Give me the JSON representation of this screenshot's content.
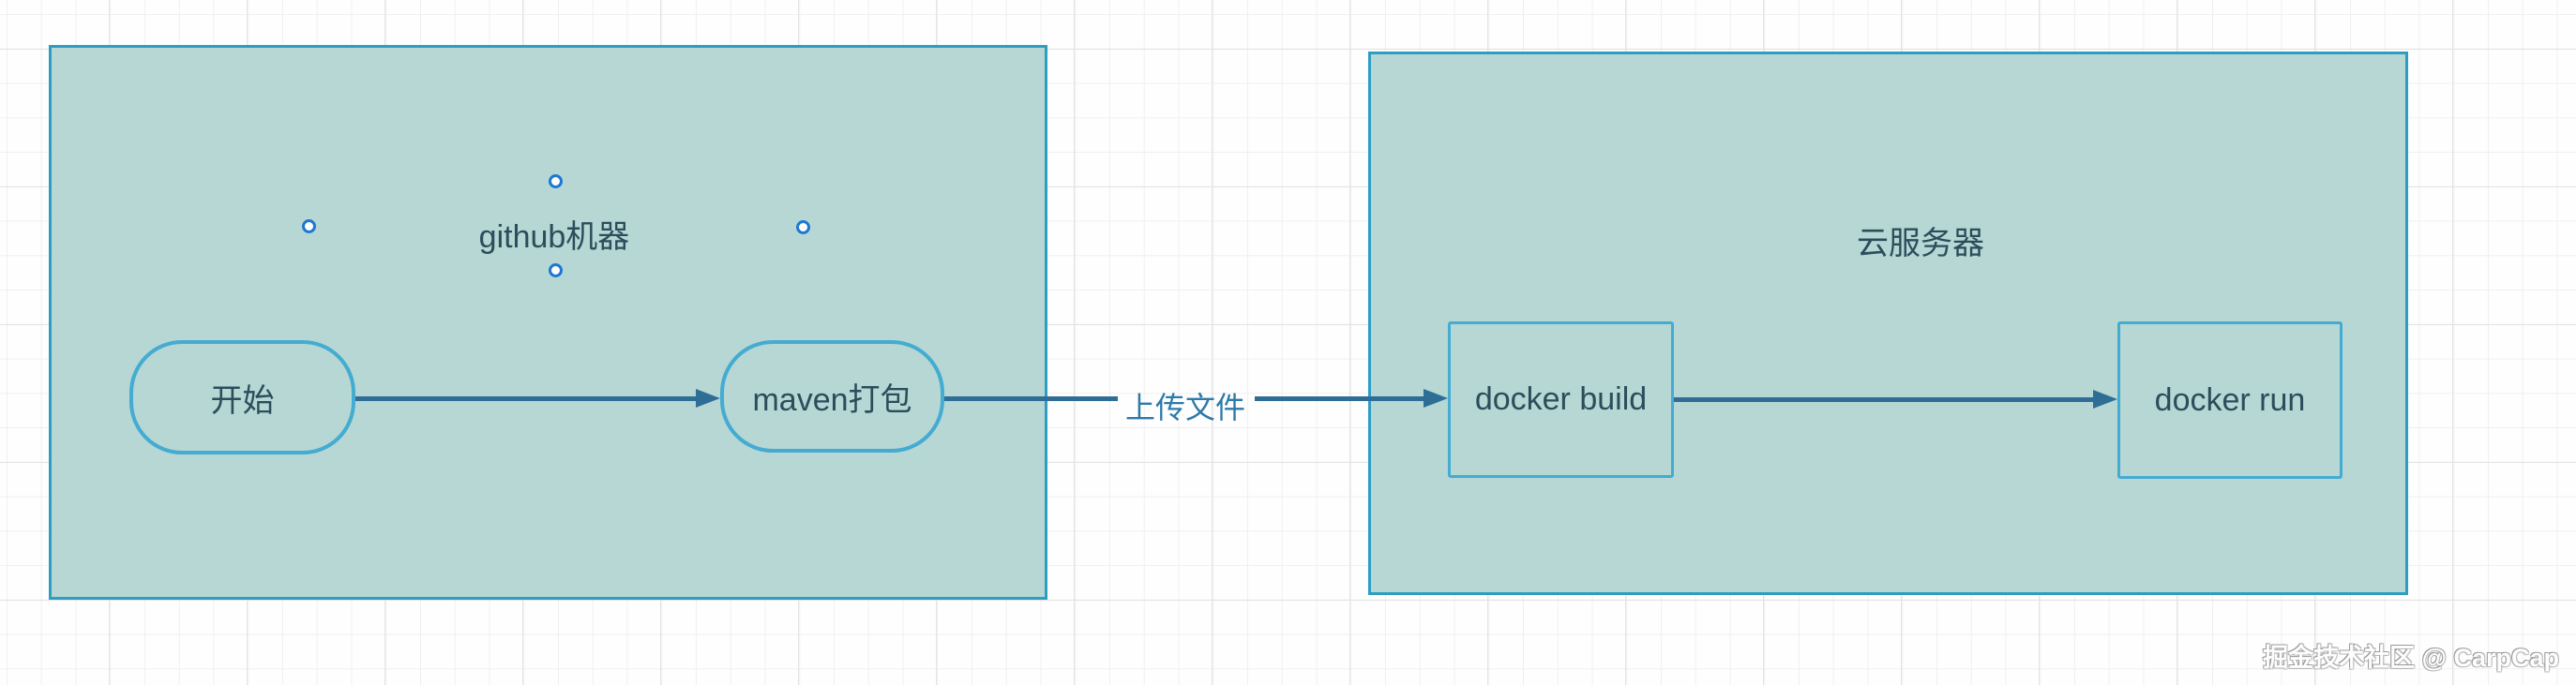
{
  "diagram": {
    "containers": [
      {
        "id": "github-machine",
        "label": "github机器"
      },
      {
        "id": "cloud-server",
        "label": "云服务器"
      }
    ],
    "nodes": [
      {
        "id": "start",
        "label": "开始",
        "shape": "rounded",
        "container": "github-machine"
      },
      {
        "id": "maven-package",
        "label": "maven打包",
        "shape": "rounded",
        "container": "github-machine"
      },
      {
        "id": "docker-build",
        "label": "docker build",
        "shape": "rect",
        "container": "cloud-server"
      },
      {
        "id": "docker-run",
        "label": "docker run",
        "shape": "rect",
        "container": "cloud-server"
      }
    ],
    "edges": [
      {
        "from": "start",
        "to": "maven-package",
        "label": ""
      },
      {
        "from": "maven-package",
        "to": "docker-build",
        "label": "上传文件"
      },
      {
        "from": "docker-build",
        "to": "docker-run",
        "label": ""
      }
    ],
    "selection_handles": [
      "top",
      "right",
      "bottom",
      "left"
    ]
  },
  "watermark": {
    "text": "掘金技术社区 @ CarpCap"
  },
  "colors": {
    "container_fill": "#b6d7d3",
    "container_border": "#2d9ec2",
    "node_border": "#44abd2",
    "node_text": "#2c4e5c",
    "arrow": "#2e6e96",
    "edge_label": "#2e7aa9",
    "handle_border": "#1e78d2",
    "handle_fill": "#ffffff",
    "grid_minor": "#f0f0f0",
    "grid_major": "#e3e3e3",
    "canvas_bg": "#fefefe",
    "watermark": "#fdfdfd"
  }
}
